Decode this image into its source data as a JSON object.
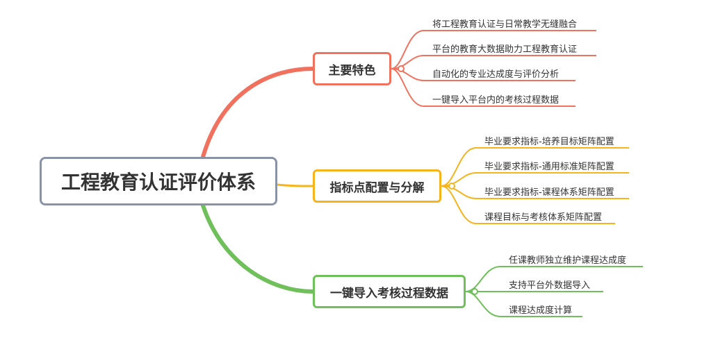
{
  "root": {
    "label": "工程教育认证评价体系"
  },
  "branches": [
    {
      "label": "主要特色",
      "color": "#f0725e",
      "leaves": [
        "将工程教育认证与日常教学无缝融合",
        "平台的教育大数据助力工程教育认证",
        "自动化的专业达成度与评价分析",
        "一键导入平台内的考核过程数据"
      ]
    },
    {
      "label": "指标点配置与分解",
      "color": "#f5b41c",
      "leaves": [
        "毕业要求指标-培养目标矩阵配置",
        "毕业要求指标-通用标准矩阵配置",
        "毕业要求指标-课程体系矩阵配置",
        "课程目标与考核体系矩阵配置"
      ]
    },
    {
      "label": "一键导入考核过程数据",
      "color": "#6fbf5a",
      "leaves": [
        "任课教师独立维护课程达成度",
        "支持平台外数据导入",
        "课程达成度计算"
      ]
    }
  ]
}
